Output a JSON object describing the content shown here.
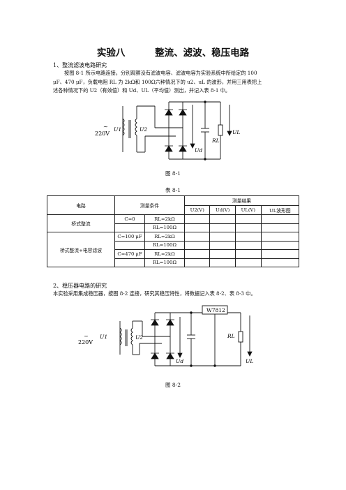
{
  "title": {
    "part1": "实验八",
    "part2": "整流、滤波、稳压电路"
  },
  "section1": {
    "heading": "1、整流滤波电路研究",
    "para_line1": "按图 8-1 所示电路连接。分别观察没有滤波电容、滤波电容为实验系统中所给定的 100",
    "para_line2": "μF、470 μF，负载电阻 RL 为 2kΩ和 100Ω六种情况下的 u2、uL 的波形，并用三用表把上",
    "para_line3": "述各种情况下的 U2（有效值）和 Ud、UL（平均值）测出，并记入表 8-1 中。"
  },
  "fig1": {
    "source": "~",
    "voltage": "220V",
    "u1": "U1",
    "u2": "U2",
    "ud": "Ud",
    "rl": "RL",
    "ul": "UL",
    "caption": "图 8-1"
  },
  "table1": {
    "caption": "表 8-1",
    "headers": {
      "circuit": "电路",
      "condition": "测量条件",
      "result": "测量结果"
    },
    "sub_headers": [
      "U2(V)",
      "Ud(V)",
      "UL(V)",
      "UL波形图"
    ],
    "groups": [
      {
        "circuit": "桥式整流",
        "rows": [
          {
            "c": "C=0",
            "r": "RL=2kΩ"
          },
          {
            "c": "",
            "r": "RL=100Ω"
          }
        ]
      },
      {
        "circuit": "桥式整流+电容滤波",
        "rows": [
          {
            "c": "C=100 μF",
            "r": "RL=2kΩ"
          },
          {
            "c": "",
            "r": "RL=100Ω"
          },
          {
            "c": "C=470 μF",
            "r": "RL=2kΩ"
          },
          {
            "c": "",
            "r": "RL=100Ω"
          }
        ]
      }
    ]
  },
  "section2": {
    "heading": "2、稳压器电路的研究",
    "para": "本实验采用集成稳压器，按图 8-2 连接，研究其稳压特性，将数据记入表 8-2、表 8-3 中。"
  },
  "fig2": {
    "regulator": "W7812",
    "source": "~",
    "voltage": "220V",
    "u1": "U1",
    "u2": "U2",
    "ud": "Ud",
    "rl": "RL",
    "ul": "UL",
    "caption": "图 8-2"
  }
}
